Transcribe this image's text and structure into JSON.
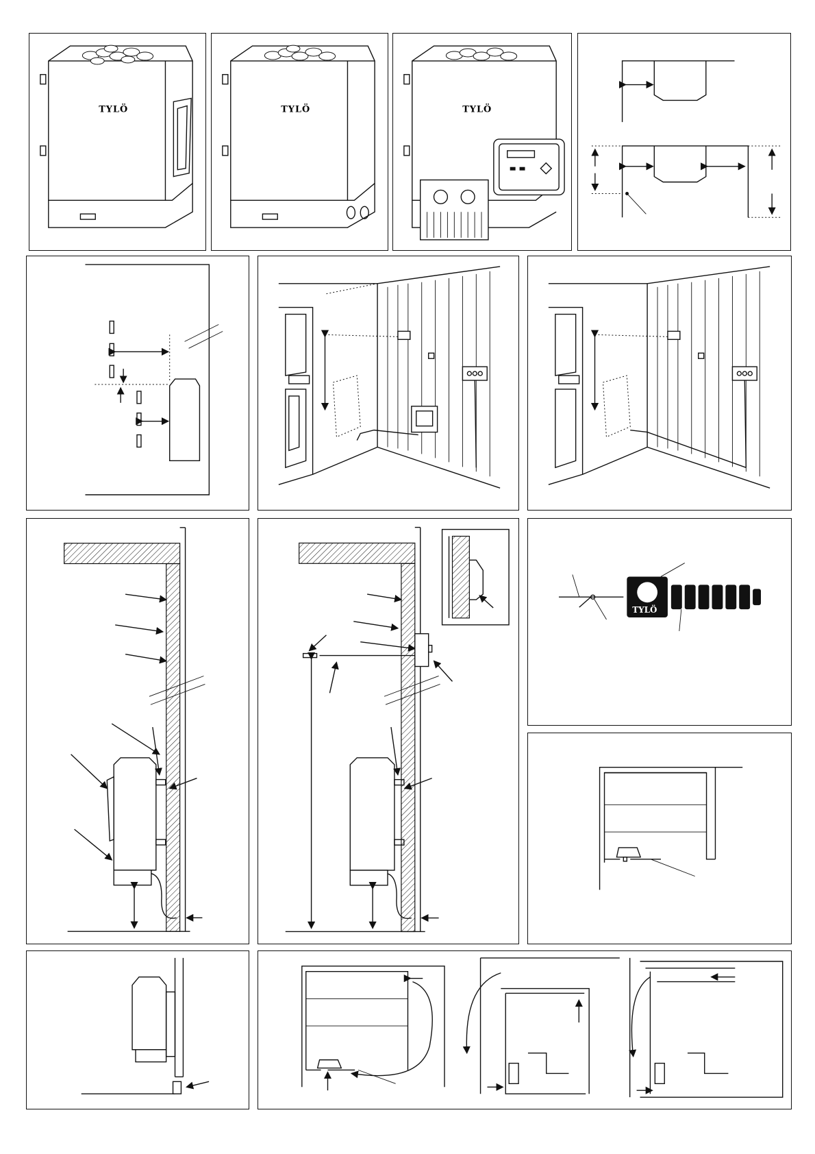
{
  "page": {
    "brand_logo_text": "TYLÖ"
  },
  "panels": [
    {
      "id": "heater-with-window"
    },
    {
      "id": "heater-with-knobs"
    },
    {
      "id": "heater-with-control-panels"
    },
    {
      "id": "clearance-plan"
    },
    {
      "id": "side-clearance"
    },
    {
      "id": "room-wiring-with-control"
    },
    {
      "id": "room-wiring-simple"
    },
    {
      "id": "wall-section-heater"
    },
    {
      "id": "wall-section-sensor"
    },
    {
      "id": "sensor-detail"
    },
    {
      "id": "floor-plan-vent"
    },
    {
      "id": "small-wall-mount"
    },
    {
      "id": "airflow-plans"
    }
  ]
}
